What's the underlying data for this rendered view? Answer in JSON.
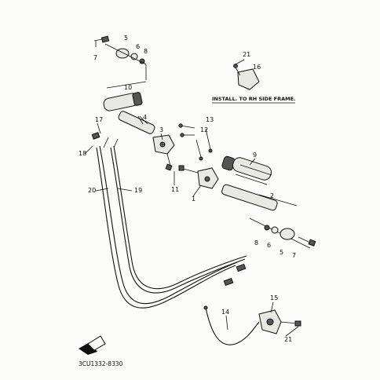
{
  "diagram": {
    "callouts": [
      "1",
      "2",
      "3",
      "4",
      "5",
      "6",
      "7",
      "8",
      "9",
      "10",
      "11",
      "12",
      "13",
      "14",
      "15",
      "16",
      "17",
      "18",
      "19",
      "20",
      "21"
    ],
    "note": "INSTALL. TO RH SIDE FRAME.",
    "code": "3CU1332-8330"
  }
}
